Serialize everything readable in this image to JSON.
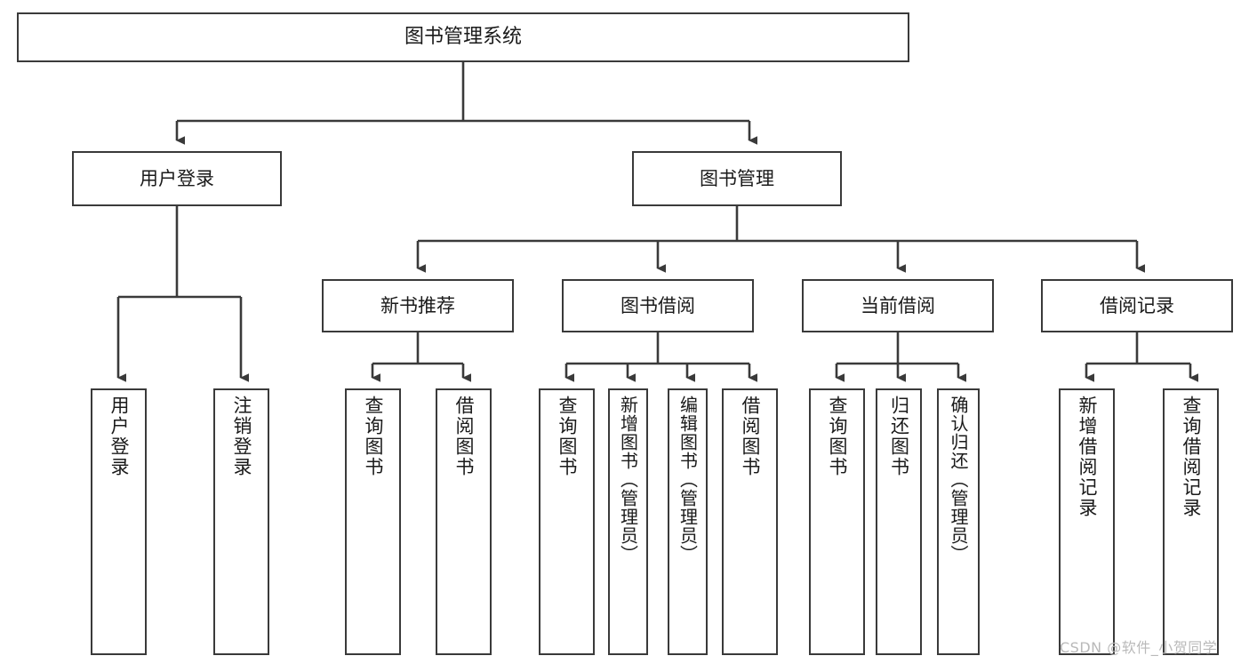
{
  "diagram": {
    "title": "图书管理系统",
    "type": "tree",
    "nodes": {
      "root": {
        "label": "图书管理系统"
      },
      "level2": [
        {
          "id": "user-login",
          "label": "用户登录"
        },
        {
          "id": "book-management",
          "label": "图书管理"
        }
      ],
      "level3": [
        {
          "id": "new-book-recommend",
          "label": "新书推荐"
        },
        {
          "id": "book-borrow",
          "label": "图书借阅"
        },
        {
          "id": "current-borrow",
          "label": "当前借阅"
        },
        {
          "id": "borrow-record",
          "label": "借阅记录"
        }
      ],
      "leaves": {
        "user_login": [
          {
            "id": "leaf-user-login",
            "label": "用户登录"
          },
          {
            "id": "leaf-logout-login",
            "label": "注销登录"
          }
        ],
        "new_book_recommend": [
          {
            "id": "leaf-query-book-1",
            "label": "查询图书"
          },
          {
            "id": "leaf-borrow-book-1",
            "label": "借阅图书"
          }
        ],
        "book_borrow": [
          {
            "id": "leaf-query-book-2",
            "label": "查询图书"
          },
          {
            "id": "leaf-add-book-admin",
            "label": "新增图书（管理员）"
          },
          {
            "id": "leaf-edit-book-admin",
            "label": "编辑图书（管理员）"
          },
          {
            "id": "leaf-borrow-book-2",
            "label": "借阅图书"
          }
        ],
        "current_borrow": [
          {
            "id": "leaf-query-book-3",
            "label": "查询图书"
          },
          {
            "id": "leaf-return-book",
            "label": "归还图书"
          },
          {
            "id": "leaf-confirm-return-admin",
            "label": "确认归还（管理员）"
          }
        ],
        "borrow_record": [
          {
            "id": "leaf-add-borrow-record",
            "label": "新增借阅记录"
          },
          {
            "id": "leaf-query-borrow-record",
            "label": "查询借阅记录"
          }
        ]
      }
    },
    "watermark": "CSDN @软件_小贺同学",
    "colors": {
      "border": "#3a3a3a",
      "background": "#ffffff",
      "text": "#1a1a1a",
      "watermark": "#b9b9b9"
    }
  }
}
